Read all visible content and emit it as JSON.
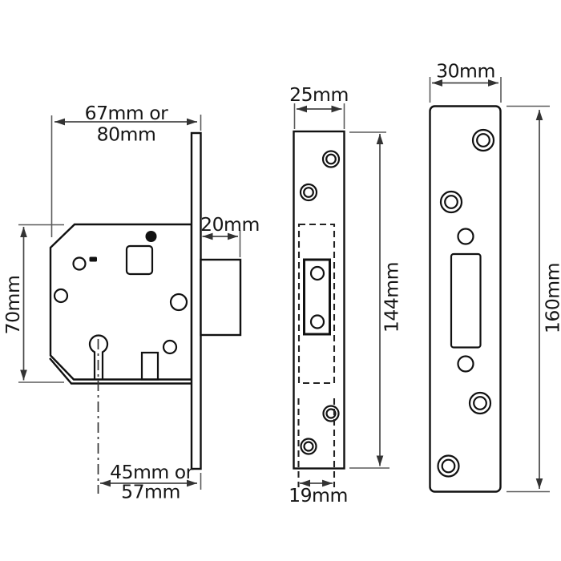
{
  "diagram": {
    "subject": "mortice-deadlock-dimension-drawing",
    "colors": {
      "background": "#ffffff",
      "outline": "#111111",
      "dimension_lines": "#474747",
      "text": "#161616",
      "filled_marks": "#111111"
    },
    "views": {
      "lock_case_side": {
        "labels": {
          "width_option_1": "67mm or",
          "width_option_2": "80mm",
          "height": "70mm",
          "bolt_throw": "20mm",
          "backset_option_1": "45mm or",
          "backset_option_2": "57mm"
        }
      },
      "faceplate_front": {
        "labels": {
          "width": "25mm",
          "height": "144mm",
          "inner_width": "19mm"
        }
      },
      "strike_plate": {
        "labels": {
          "width": "30mm",
          "height": "160mm"
        }
      }
    }
  }
}
